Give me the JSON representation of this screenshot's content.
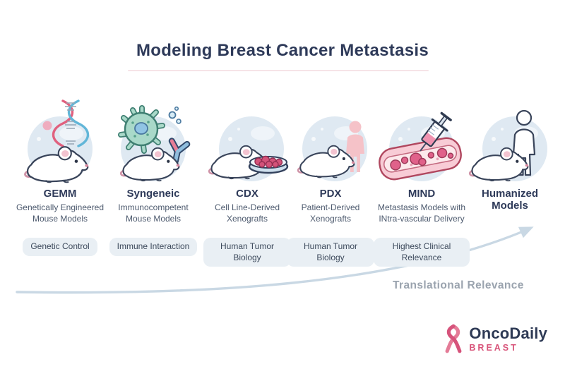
{
  "title": "Modeling Breast Cancer Metastasis",
  "columns": [
    {
      "name": "GEMM",
      "description": "Genetically Engineered Mouse Models",
      "badge": "Genetic Control",
      "icon": "dna-mouse-icon"
    },
    {
      "name": "Syngeneic",
      "description": "Immunocompetent Mouse Models",
      "badge": "Immune Interaction",
      "icon": "immune-cell-antibody-mouse-icon"
    },
    {
      "name": "CDX",
      "description": "Cell Line-Derived Xenografts",
      "badge": "Human Tumor Biology",
      "icon": "petri-dish-mouse-icon"
    },
    {
      "name": "PDX",
      "description": "Patient-Derived Xenografts",
      "badge": "Human Tumor Biology",
      "icon": "patient-silhouette-mouse-icon"
    },
    {
      "name": "MIND",
      "description": "Metastasis Models with INtra-vascular Delivery",
      "badge": "Highest Clinical Relevance",
      "icon": "syringe-blood-vessel-icon"
    },
    {
      "name": "Humanized Models",
      "description": "",
      "badge": null,
      "icon": "human-outline-mouse-icon"
    }
  ],
  "axis": {
    "label": "Translational Relevance"
  },
  "logo": {
    "brand": "OncoDaily",
    "edition": "BREAST",
    "icon": "pink-ribbon-icon"
  },
  "colors": {
    "title_navy": "#2e3a59",
    "accent_pink": "#d8547a",
    "circle_background": "#dfe9f2",
    "badge_background": "#e9eff4",
    "arrow": "#c9d8e4",
    "title_underline": "#f6e3e7",
    "muted_text": "#9aa3ae"
  }
}
